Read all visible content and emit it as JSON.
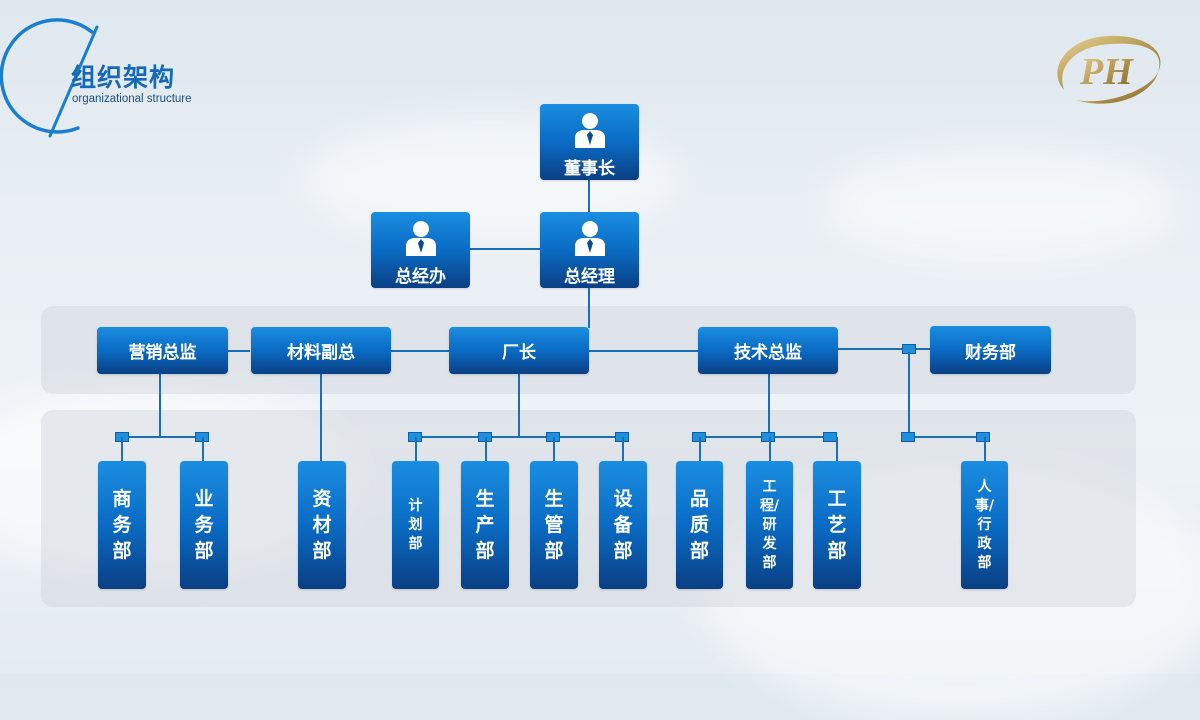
{
  "header": {
    "title": "组织架构",
    "subtitle": "organizational structure"
  },
  "logo": {
    "text": "PH",
    "color": "#b89a52"
  },
  "colors": {
    "box_top": "#1a8ee0",
    "box_bottom": "#0a3f84",
    "connector": "#1a6fb8"
  },
  "top": [
    {
      "label": "董事长",
      "icon": "person-icon"
    },
    {
      "label": "总经办",
      "icon": "person-icon"
    },
    {
      "label": "总经理",
      "icon": "person-icon"
    }
  ],
  "level1": [
    "营销总监",
    "材料副总",
    "厂长",
    "技术总监",
    "财务部"
  ],
  "departments": [
    "商务部",
    "业务部",
    "资材部",
    "计划部",
    "生产部",
    "生管部",
    "设备部",
    "品质部",
    "工程/研发部",
    "工艺部",
    "人事/行政部"
  ]
}
